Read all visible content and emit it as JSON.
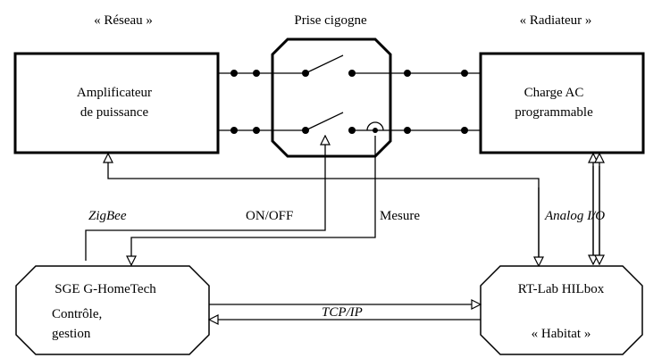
{
  "title_left": "« Réseau »",
  "title_center": "Prise cigogne",
  "title_right": "« Radiateur »",
  "amplifier": {
    "line1": "Amplificateur",
    "line2": "de puissance"
  },
  "charge": {
    "line1": "Charge AC",
    "line2": "programmable"
  },
  "sge": {
    "title": "SGE G-HomeTech",
    "line1": "Contrôle,",
    "line2": "gestion"
  },
  "hilbox": {
    "title": "RT-Lab HILbox",
    "habitat": "« Habitat »"
  },
  "labels": {
    "zigbee": "ZigBee",
    "onoff": "ON/OFF",
    "mesure": "Mesure",
    "analog": "Analog I/O",
    "tcpip": "TCP/IP"
  }
}
